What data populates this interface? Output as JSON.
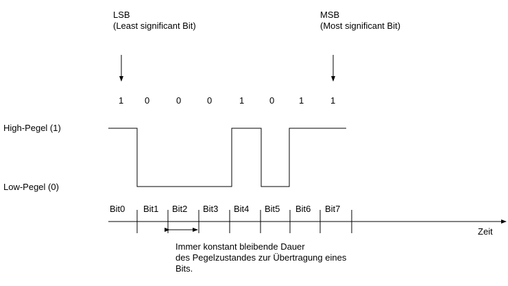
{
  "lsb": {
    "title": "LSB",
    "subtitle": "(Least significant Bit)"
  },
  "msb": {
    "title": "MSB",
    "subtitle": "(Most significant Bit)"
  },
  "bit_values": [
    "1",
    "0",
    "0",
    "0",
    "1",
    "0",
    "1",
    "1"
  ],
  "levels": {
    "high": "High-Pegel (1)",
    "low": "Low-Pegel (0)"
  },
  "bit_labels": [
    "Bit0",
    "Bit1",
    "Bit2",
    "Bit3",
    "Bit4",
    "Bit5",
    "Bit6",
    "Bit7"
  ],
  "axis_label": "Zeit",
  "note": [
    "Immer konstant bleibende Dauer",
    "des Pegelzustandes zur Übertragung eines",
    "Bits."
  ]
}
